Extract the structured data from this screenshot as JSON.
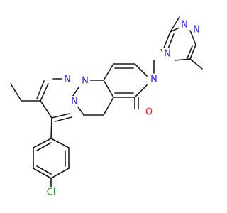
{
  "molecule": {
    "atoms": {
      "n_triazole_left": "N",
      "n_triazole_right": "N",
      "n_triazole_bottom": "N",
      "n_pyridinone": "N",
      "o_carbonyl": "O",
      "n_pyrazole_2": "N",
      "n_pyrazole_1": "N",
      "n_pyrimidine": "N",
      "cl": "Cl"
    },
    "colors": {
      "nitrogen": "#1f1fff",
      "oxygen": "#ff1a1a",
      "chlorine": "#1fa01f",
      "bond": "#1a1a1a"
    }
  }
}
